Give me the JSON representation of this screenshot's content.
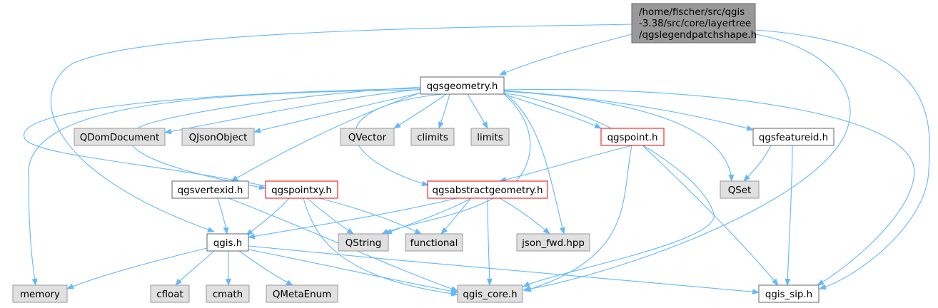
{
  "colors": {
    "edge": "#63b8ff",
    "root_fill": "#999999",
    "std_fill": "#e0e0e0",
    "std_border": "#999999",
    "normal_border": "#666666",
    "trunc_border": "#ff0000",
    "white": "#ffffff"
  },
  "nodes": {
    "root": {
      "lines": [
        "/home/fischer/src/qgis",
        "-3.38/src/core/layertree",
        "/qgslegendpatchshape.h"
      ],
      "style": "root"
    },
    "qgsgeometry": {
      "lines": [
        "qgsgeometry.h"
      ],
      "style": "normal"
    },
    "qdomdocument": {
      "lines": [
        "QDomDocument"
      ],
      "style": "std"
    },
    "qjsonobject": {
      "lines": [
        "QJsonObject"
      ],
      "style": "std"
    },
    "qvector": {
      "lines": [
        "QVector"
      ],
      "style": "std"
    },
    "climits": {
      "lines": [
        "climits"
      ],
      "style": "std"
    },
    "limits": {
      "lines": [
        "limits"
      ],
      "style": "std"
    },
    "qgspoint": {
      "lines": [
        "qgspoint.h"
      ],
      "style": "trunc"
    },
    "qgsfeatureid": {
      "lines": [
        "qgsfeatureid.h"
      ],
      "style": "normal"
    },
    "qgsvertexid": {
      "lines": [
        "qgsvertexid.h"
      ],
      "style": "normal"
    },
    "qgspointxy": {
      "lines": [
        "qgspointxy.h"
      ],
      "style": "trunc"
    },
    "qgsabstractgeometry": {
      "lines": [
        "qgsabstractgeometry.h"
      ],
      "style": "trunc"
    },
    "qset": {
      "lines": [
        "QSet"
      ],
      "style": "std"
    },
    "qgis": {
      "lines": [
        "qgis.h"
      ],
      "style": "normal"
    },
    "qstring": {
      "lines": [
        "QString"
      ],
      "style": "std"
    },
    "functional": {
      "lines": [
        "functional"
      ],
      "style": "std"
    },
    "json_fwd": {
      "lines": [
        "json_fwd.hpp"
      ],
      "style": "std"
    },
    "memory": {
      "lines": [
        "memory"
      ],
      "style": "std"
    },
    "cfloat": {
      "lines": [
        "cfloat"
      ],
      "style": "std"
    },
    "cmath": {
      "lines": [
        "cmath"
      ],
      "style": "std"
    },
    "qmetaenum": {
      "lines": [
        "QMetaEnum"
      ],
      "style": "std"
    },
    "qgis_core": {
      "lines": [
        "qgis_core.h"
      ],
      "style": "std"
    },
    "qgis_sip": {
      "lines": [
        "qgis_sip.h"
      ],
      "style": "normal"
    }
  }
}
